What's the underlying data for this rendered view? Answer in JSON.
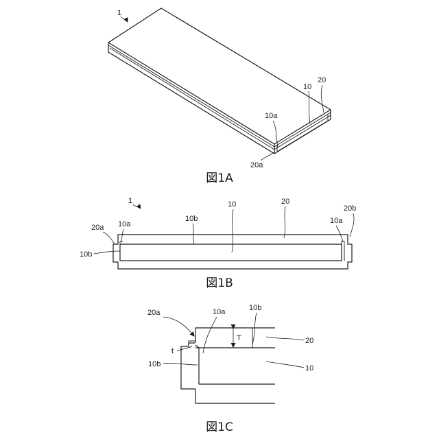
{
  "figures": {
    "fig1a": {
      "caption": "図1A",
      "labels": {
        "assembly": "1",
        "plate": "10",
        "frame": "20",
        "plate_edge": "10a",
        "frame_edge": "20a"
      }
    },
    "fig1b": {
      "caption": "図1B",
      "labels": {
        "assembly": "1",
        "plate": "10",
        "frame": "20",
        "frame_edge_left": "20a",
        "frame_edge_right": "20b",
        "plate_edge_left": "10a",
        "plate_edge_right": "10a",
        "plate_face_top": "10b",
        "plate_face_side": "10b"
      }
    },
    "fig1c": {
      "caption": "図1C",
      "labels": {
        "frame_edge": "20a",
        "plate_edge": "10a",
        "plate_face_top": "10b",
        "plate_face_side": "10b",
        "frame": "20",
        "plate": "10",
        "thickness_frame": "T",
        "thickness_gap": "t"
      }
    }
  }
}
